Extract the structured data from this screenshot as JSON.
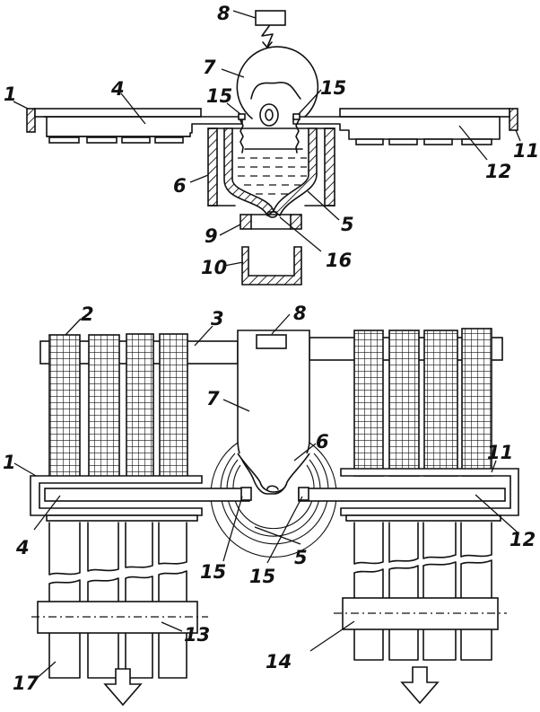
{
  "figure": {
    "type": "patent-drawing",
    "views": [
      "section-view",
      "plan-view"
    ]
  },
  "labels": {
    "section": {
      "l1": "1",
      "l4": "4",
      "l6": "6",
      "l7": "7",
      "l8": "8",
      "l9": "9",
      "l10": "10",
      "l11": "11",
      "l12": "12",
      "l15a": "15",
      "l15b": "15",
      "l5": "5",
      "l16": "16"
    },
    "plan": {
      "l1": "1",
      "l2": "2",
      "l3": "3",
      "l4": "4",
      "l5": "5",
      "l6": "6",
      "l7": "7",
      "l8": "8",
      "l11": "11",
      "l12": "12",
      "l13": "13",
      "l14": "14",
      "l15a": "15",
      "l15b": "15",
      "l17": "17"
    }
  },
  "icons": {
    "output_arrow_left": "down-arrow-icon",
    "output_arrow_right": "down-arrow-icon",
    "signal": "lightning-icon"
  },
  "colors": {
    "ink": "#111111",
    "paper": "#ffffff"
  }
}
